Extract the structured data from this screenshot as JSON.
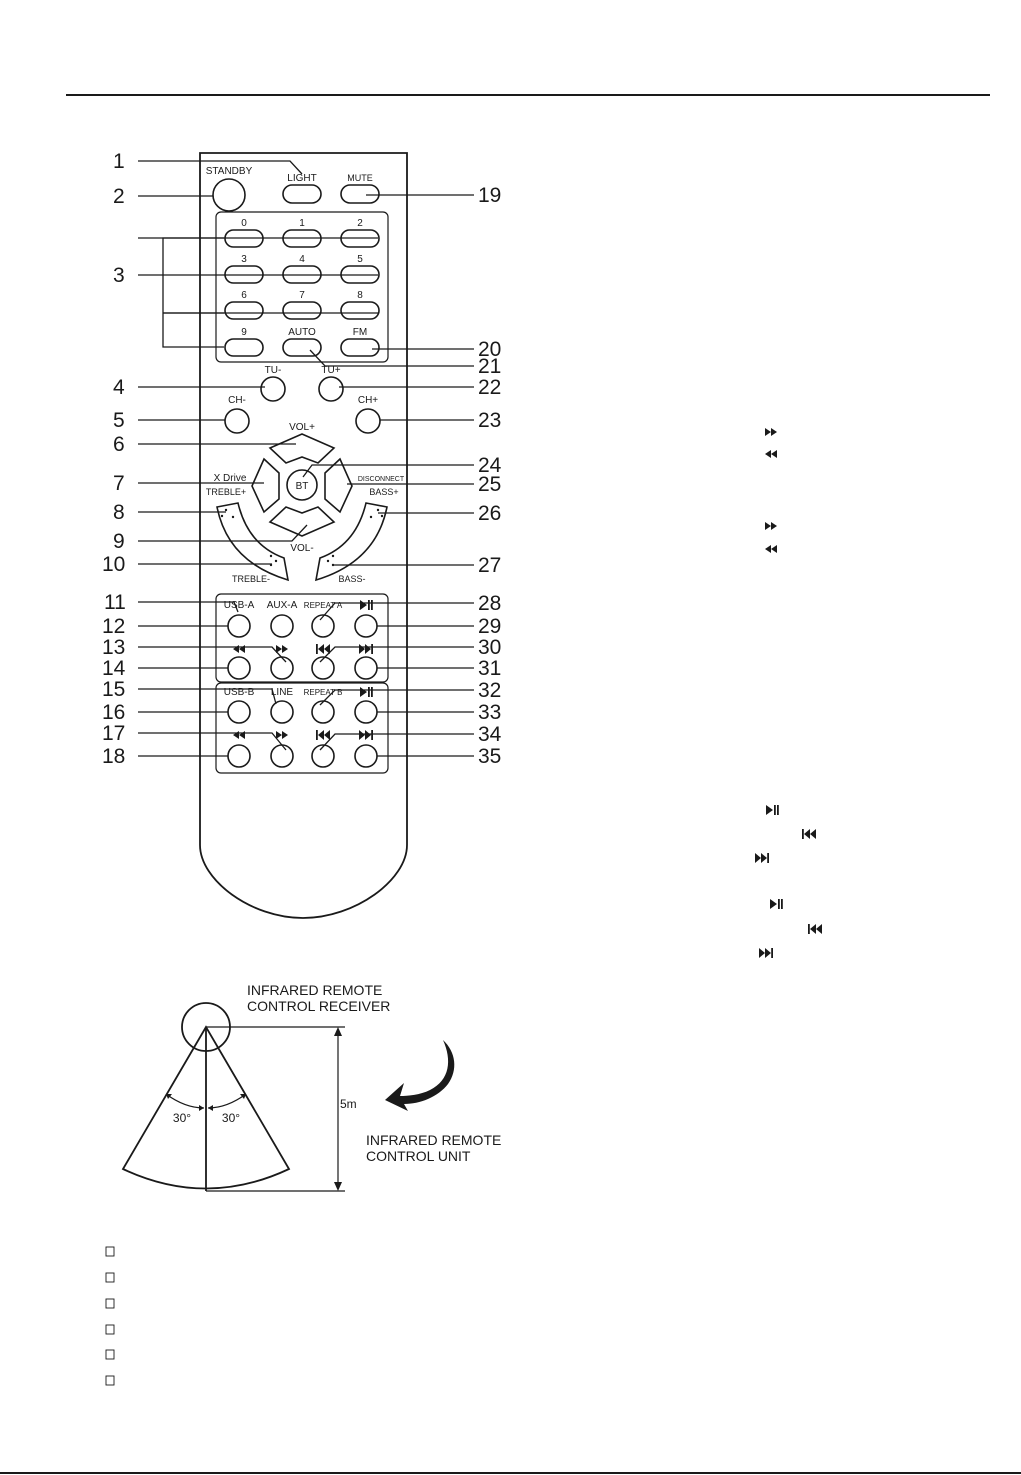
{
  "remote": {
    "labels": {
      "standby": "STANDBY",
      "light": "LIGHT",
      "mute": "MUTE",
      "d0": "0",
      "d1": "1",
      "d2": "2",
      "d3": "3",
      "d4": "4",
      "d5": "5",
      "d6": "6",
      "d7": "7",
      "d8": "8",
      "d9": "9",
      "auto": "AUTO",
      "fm": "FM",
      "tu_minus": "TU-",
      "tu_plus": "TU+",
      "ch_minus": "CH-",
      "ch_plus": "CH+",
      "vol_plus": "VOL+",
      "vol_minus": "VOL-",
      "x_drive": "X Drive",
      "bt": "BT",
      "disconnect": "DISCONNECT",
      "treble_plus": "TREBLE+",
      "treble_minus": "TREBLE-",
      "bass_plus": "BASS+",
      "bass_minus": "BASS-",
      "usb_a": "USB-A",
      "aux_a": "AUX-A",
      "repeat_a": "REPEAT A",
      "usb_b": "USB-B",
      "line": "LINE",
      "repeat_b": "REPEAT B"
    },
    "callouts": [
      "1",
      "2",
      "3",
      "4",
      "5",
      "6",
      "7",
      "8",
      "9",
      "10",
      "11",
      "12",
      "13",
      "14",
      "15",
      "16",
      "17",
      "18",
      "19",
      "20",
      "21",
      "22",
      "23",
      "24",
      "25",
      "26",
      "27",
      "28",
      "29",
      "30",
      "31",
      "32",
      "33",
      "34",
      "35"
    ]
  },
  "receiver_diagram": {
    "receiver_label_line1": "INFRARED REMOTE",
    "receiver_label_line2": "CONTROL RECEIVER",
    "unit_label_line1": "INFRARED REMOTE",
    "unit_label_line2": "CONTROL UNIT",
    "distance": "5m",
    "angle_left": "30°",
    "angle_right": "30°"
  },
  "icons": [
    "play-pause-icon",
    "previous-track-icon",
    "next-track-icon",
    "fast-forward-icon",
    "rewind-icon",
    "checkbox-icon"
  ]
}
